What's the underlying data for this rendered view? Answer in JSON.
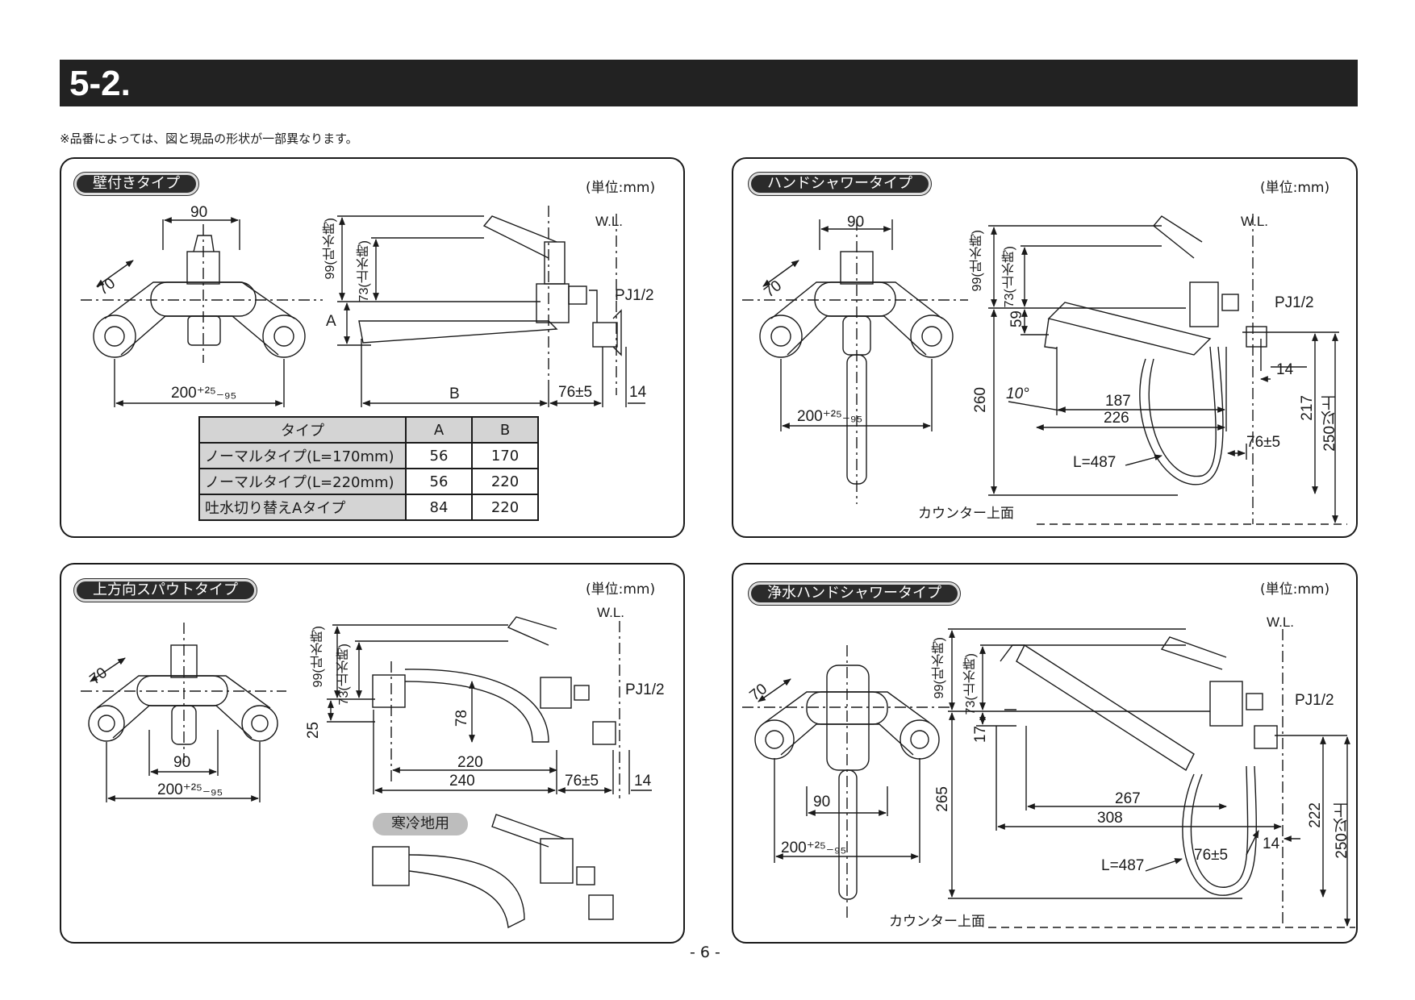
{
  "header": {
    "section": "5-2."
  },
  "note": "※品番によっては、図と現品の形状が一部異なります。",
  "unit_label": "(単位:mm)",
  "panels": {
    "wall": {
      "badge": "壁付きタイプ",
      "dims": {
        "d90": "90",
        "d70": "70",
        "d200": "200⁺²⁵₋₉₅",
        "d99": "99(吐水時)",
        "d73": "73(止水時)",
        "dA": "A",
        "dB": "B",
        "d76": "76±5",
        "d14": "14",
        "wl": "W.L.",
        "pj": "PJ1/2"
      },
      "table": {
        "headers": [
          "タイプ",
          "A",
          "B"
        ],
        "rows": [
          [
            "ノーマルタイプ(L=170mm)",
            "56",
            "170"
          ],
          [
            "ノーマルタイプ(L=220mm)",
            "56",
            "220"
          ],
          [
            "吐水切り替えAタイプ",
            "84",
            "220"
          ]
        ]
      }
    },
    "handshower": {
      "badge": "ハンドシャワータイプ",
      "dims": {
        "d90": "90",
        "d70": "70",
        "d200": "200⁺²⁵₋₉₅",
        "d99": "99(吐水時)",
        "d73": "73(止水時)",
        "d59": "59",
        "d260": "260",
        "d10": "10°",
        "d187": "187",
        "d226": "226",
        "d76": "76±5",
        "d14": "14",
        "d217": "217",
        "d250": "250以上",
        "dL": "L=487",
        "wl": "W.L.",
        "pj": "PJ1/2",
        "counter": "カウンター上面"
      }
    },
    "upspout": {
      "badge": "上方向スパウトタイプ",
      "cold_badge": "寒冷地用",
      "dims": {
        "d70": "70",
        "d90": "90",
        "d200": "200⁺²⁵₋₉₅",
        "d99": "99(吐水時)",
        "d73": "73(止水時)",
        "d25": "25",
        "d78": "78",
        "d220": "220",
        "d240": "240",
        "d76": "76±5",
        "d14": "14",
        "wl": "W.L.",
        "pj": "PJ1/2"
      }
    },
    "purifier": {
      "badge": "浄水ハンドシャワータイプ",
      "dims": {
        "d70": "70",
        "d90": "90",
        "d200": "200⁺²⁵₋₉₅",
        "d99": "99(吐水時)",
        "d73": "73(止水時)",
        "d17": "17",
        "d265": "265",
        "d267": "267",
        "d308": "308",
        "d76": "76±5",
        "d14": "14",
        "d222": "222",
        "d250": "250以上",
        "dL": "L=487",
        "wl": "W.L.",
        "pj": "PJ1/2",
        "counter": "カウンター上面"
      }
    }
  },
  "page_number": "- 6 -"
}
